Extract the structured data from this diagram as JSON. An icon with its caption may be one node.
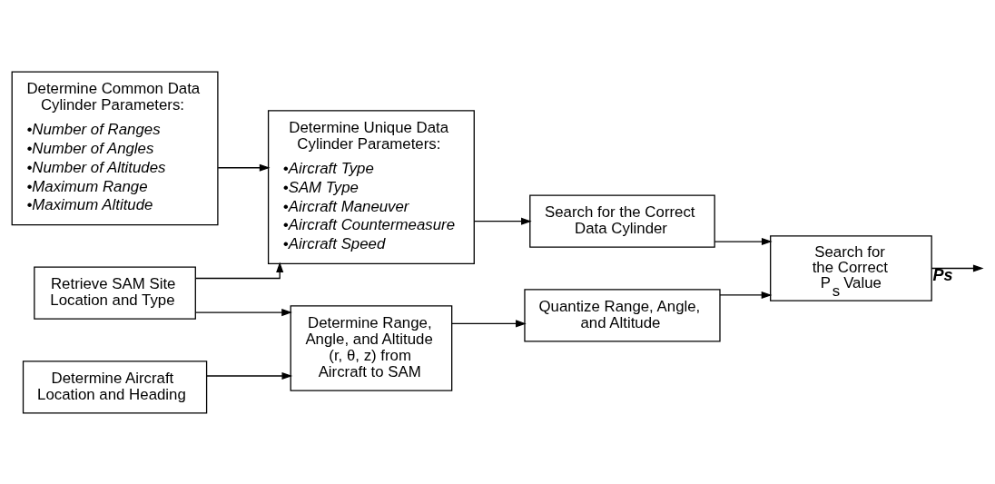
{
  "diagram": {
    "nodes": [
      {
        "text": [
          "Determine Common Data Cylinder Parameters:",
          "•Number of Ranges",
          "•Number of Angles",
          "•Number of Altitudes",
          "•Maximum Range",
          "•Maximum Altitude"
        ]
      },
      {
        "text": [
          "Determine Unique Data Cylinder Parameters:",
          "•Aircraft Type",
          "•SAM Type",
          "•Aircraft Maneuver",
          "•Aircraft Countermeasure",
          "•Aircraft Speed"
        ]
      },
      {
        "text": [
          "Search for the Correct Data Cylinder"
        ]
      },
      {
        "text": [
          "Search for the Correct P$_{s}$ Value"
        ]
      },
      {
        "text": [
          "Retrieve SAM Site Location and Type"
        ]
      },
      {
        "text": [
          "Determine Range, Angle, and Altitude (r, θ, z) from Aircraft to SAM"
        ]
      },
      {
        "text": [
          "Quantize Range, Angle, and Altitude"
        ]
      },
      {
        "text": [
          "Determine Aircraft Location and Heading"
        ]
      }
    ],
    "edges": [
      {
        "from": 0,
        "to": 1,
        "arrow": "to"
      },
      {
        "from": 4,
        "to": 1,
        "arrow": "to"
      },
      {
        "from": 1,
        "to": 2,
        "arrow": "to"
      },
      {
        "from": 2,
        "to": 3,
        "arrow": "to"
      },
      {
        "from": 4,
        "to": 5,
        "arrow": "to"
      },
      {
        "from": 7,
        "to": 5,
        "arrow": "to"
      },
      {
        "from": 5,
        "to": 6,
        "arrow": "to"
      },
      {
        "from": 6,
        "to": 3,
        "arrow": "to"
      },
      {
        "from": 3,
        "to": null,
        "arrow": "to",
        "label": "Ps"
      }
    ]
  }
}
